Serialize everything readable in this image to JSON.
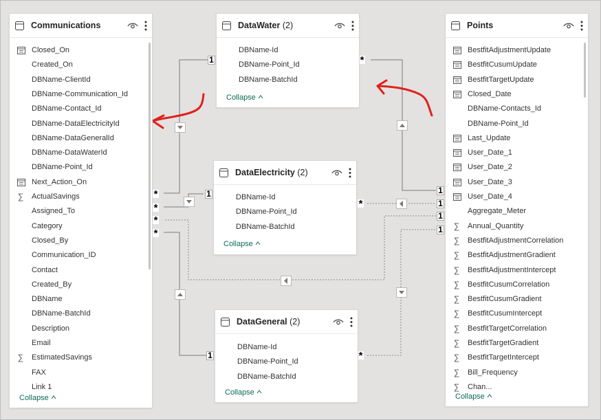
{
  "tables": {
    "communications": {
      "title": "Communications",
      "fields": [
        {
          "name": "Closed_On",
          "icon": "calendar-icon"
        },
        {
          "name": "Created_On",
          "icon": ""
        },
        {
          "name": "DBName-ClientId",
          "icon": ""
        },
        {
          "name": "DBName-Communication_Id",
          "icon": ""
        },
        {
          "name": "DBName-Contact_Id",
          "icon": ""
        },
        {
          "name": "DBName-DataElectricityId",
          "icon": ""
        },
        {
          "name": "DBName-DataGeneralId",
          "icon": ""
        },
        {
          "name": "DBName-DataWaterId",
          "icon": ""
        },
        {
          "name": "DBName-Point_Id",
          "icon": ""
        },
        {
          "name": "Next_Action_On",
          "icon": "calendar-icon"
        },
        {
          "name": "ActualSavings",
          "icon": "sigma-icon"
        },
        {
          "name": "Assigned_To",
          "icon": ""
        },
        {
          "name": "Category",
          "icon": ""
        },
        {
          "name": "Closed_By",
          "icon": ""
        },
        {
          "name": "Communication_ID",
          "icon": ""
        },
        {
          "name": "Contact",
          "icon": ""
        },
        {
          "name": "Created_By",
          "icon": ""
        },
        {
          "name": "DBName",
          "icon": ""
        },
        {
          "name": "DBName-BatchId",
          "icon": ""
        },
        {
          "name": "Description",
          "icon": ""
        },
        {
          "name": "Email",
          "icon": ""
        },
        {
          "name": "EstimatedSavings",
          "icon": "sigma-icon"
        },
        {
          "name": "FAX",
          "icon": ""
        },
        {
          "name": "Link 1",
          "icon": ""
        }
      ],
      "collapse_label": "Collapse"
    },
    "datawater": {
      "title": "DataWater",
      "count": "(2)",
      "fields": [
        {
          "name": "DBName-Id"
        },
        {
          "name": "DBName-Point_Id"
        },
        {
          "name": "DBName-BatchId"
        }
      ],
      "collapse_label": "Collapse"
    },
    "dataelectricity": {
      "title": "DataElectricity",
      "count": "(2)",
      "fields": [
        {
          "name": "DBName-Id"
        },
        {
          "name": "DBName-Point_Id"
        },
        {
          "name": "DBName-BatchId"
        }
      ],
      "collapse_label": "Collapse"
    },
    "datageneral": {
      "title": "DataGeneral",
      "count": "(2)",
      "fields": [
        {
          "name": "DBName-Id"
        },
        {
          "name": "DBName-Point_Id"
        },
        {
          "name": "DBName-BatchId"
        }
      ],
      "collapse_label": "Collapse"
    },
    "points": {
      "title": "Points",
      "fields": [
        {
          "name": "BestfitAdjustmentUpdate",
          "icon": "calendar-icon"
        },
        {
          "name": "BestfitCusumUpdate",
          "icon": "calendar-icon"
        },
        {
          "name": "BestfitTargetUpdate",
          "icon": "calendar-icon"
        },
        {
          "name": "Closed_Date",
          "icon": "calendar-icon"
        },
        {
          "name": "DBName-Contacts_Id",
          "icon": ""
        },
        {
          "name": "DBName-Point_Id",
          "icon": ""
        },
        {
          "name": "Last_Update",
          "icon": "calendar-icon"
        },
        {
          "name": "User_Date_1",
          "icon": "calendar-icon"
        },
        {
          "name": "User_Date_2",
          "icon": "calendar-icon"
        },
        {
          "name": "User_Date_3",
          "icon": "calendar-icon"
        },
        {
          "name": "User_Date_4",
          "icon": "calendar-icon"
        },
        {
          "name": "Aggregate_Meter",
          "icon": ""
        },
        {
          "name": "Annual_Quantity",
          "icon": "sigma-icon"
        },
        {
          "name": "BestfitAdjustmentCorrelation",
          "icon": "sigma-icon"
        },
        {
          "name": "BestfitAdjustmentGradient",
          "icon": "sigma-icon"
        },
        {
          "name": "BestfitAdjustmentIntercept",
          "icon": "sigma-icon"
        },
        {
          "name": "BestfitCusumCorrelation",
          "icon": "sigma-icon"
        },
        {
          "name": "BestfitCusumGradient",
          "icon": "sigma-icon"
        },
        {
          "name": "BestfitCusumIntercept",
          "icon": "sigma-icon"
        },
        {
          "name": "BestfitTargetCorrelation",
          "icon": "sigma-icon"
        },
        {
          "name": "BestfitTargetGradient",
          "icon": "sigma-icon"
        },
        {
          "name": "BestfitTargetIntercept",
          "icon": "sigma-icon"
        },
        {
          "name": "Bill_Frequency",
          "icon": "sigma-icon"
        },
        {
          "name": "Chan...",
          "icon": "sigma-icon"
        }
      ],
      "collapse_label": "Collapse"
    }
  },
  "cardinality": {
    "one": "1",
    "many": "*"
  },
  "colors": {
    "accent": "#0b6a53",
    "annotation": "#e0201b",
    "canvas": "#e3e2e1"
  }
}
